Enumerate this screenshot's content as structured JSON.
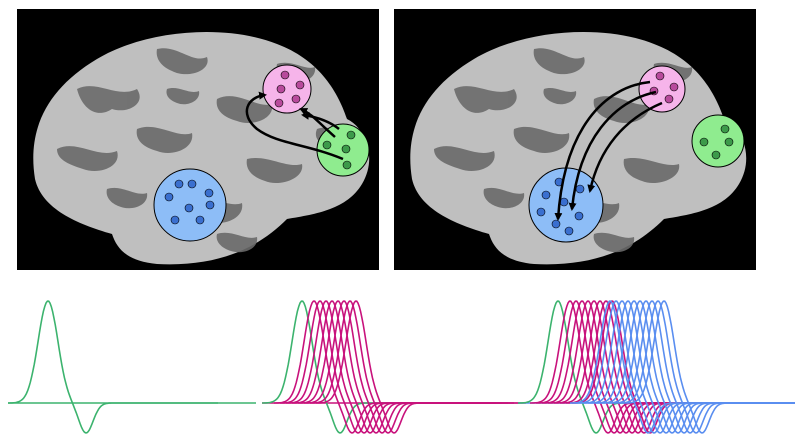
{
  "colors": {
    "background": "#ffffff",
    "panel_background": "#000000",
    "cortex_light": "#bfbfbf",
    "cortex_dark": "#6a6a6a",
    "arrow": "#000000",
    "region_pink_fill": "#f6b4ea",
    "region_pink_dot": "#b84a9c",
    "region_green_fill": "#8fec8f",
    "region_green_dot": "#3c9a4a",
    "region_blue_fill": "#8dbdf7",
    "region_blue_dot": "#3a6fcf",
    "wave_green": "#3cb36e",
    "wave_magenta": "#c8127c",
    "wave_blue": "#5a8ef0"
  },
  "panels": [
    {
      "name": "left",
      "regions": [
        "pink",
        "green",
        "blue"
      ],
      "arrows_from": "green",
      "arrows_to": "pink",
      "arrow_count": 2
    },
    {
      "name": "right",
      "regions": [
        "pink",
        "green",
        "blue"
      ],
      "arrows_from": "pink",
      "arrows_to": "blue",
      "arrow_count": 3
    }
  ],
  "waveforms": [
    {
      "name": "green-only",
      "series": [
        {
          "color": "green",
          "copies": 1
        }
      ]
    },
    {
      "name": "green-plus-magenta",
      "series": [
        {
          "color": "green",
          "copies": 1
        },
        {
          "color": "magenta",
          "copies": 8
        }
      ]
    },
    {
      "name": "green-magenta-blue",
      "series": [
        {
          "color": "green",
          "copies": 1
        },
        {
          "color": "magenta",
          "copies": 8
        },
        {
          "color": "blue",
          "copies": 10
        }
      ]
    }
  ]
}
